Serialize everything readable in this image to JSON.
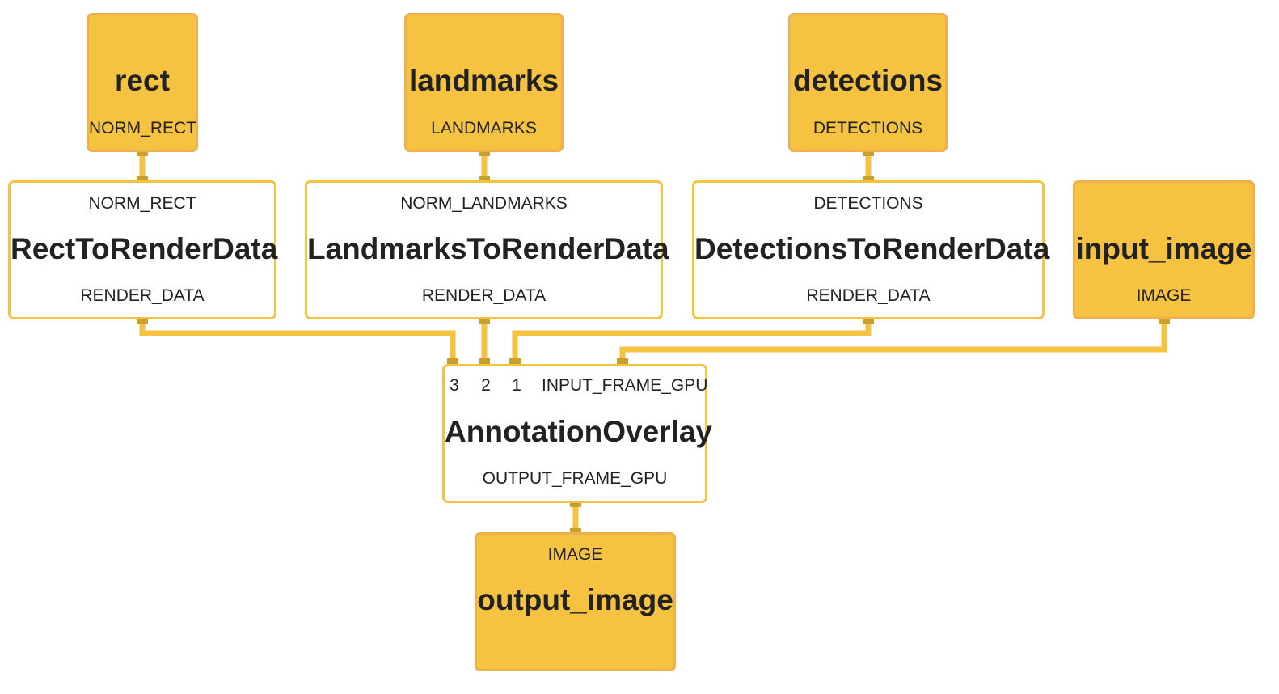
{
  "colors": {
    "io_fill": "#f5c242",
    "io_border": "#eeb04c",
    "edge": "#f5c242",
    "connector": "#c9a02e",
    "text": "#222222"
  },
  "nodes": {
    "rect": {
      "name": "rect",
      "output": "NORM_RECT"
    },
    "landmarks": {
      "name": "landmarks",
      "output": "LANDMARKS"
    },
    "detections": {
      "name": "detections",
      "output": "DETECTIONS"
    },
    "rect_to_render": {
      "input": "NORM_RECT",
      "name": "RectToRenderData",
      "output": "RENDER_DATA"
    },
    "landmarks_to_render": {
      "input": "NORM_LANDMARKS",
      "name": "LandmarksToRenderData",
      "output": "RENDER_DATA"
    },
    "detections_to_render": {
      "input": "DETECTIONS",
      "name": "DetectionsToRenderData",
      "output": "RENDER_DATA"
    },
    "input_image": {
      "name": "input_image",
      "output": "IMAGE"
    },
    "annotation_overlay": {
      "inputs": [
        "3",
        "2",
        "1",
        "INPUT_FRAME_GPU"
      ],
      "name": "AnnotationOverlay",
      "output": "OUTPUT_FRAME_GPU"
    },
    "output_image": {
      "input": "IMAGE",
      "name": "output_image"
    }
  }
}
